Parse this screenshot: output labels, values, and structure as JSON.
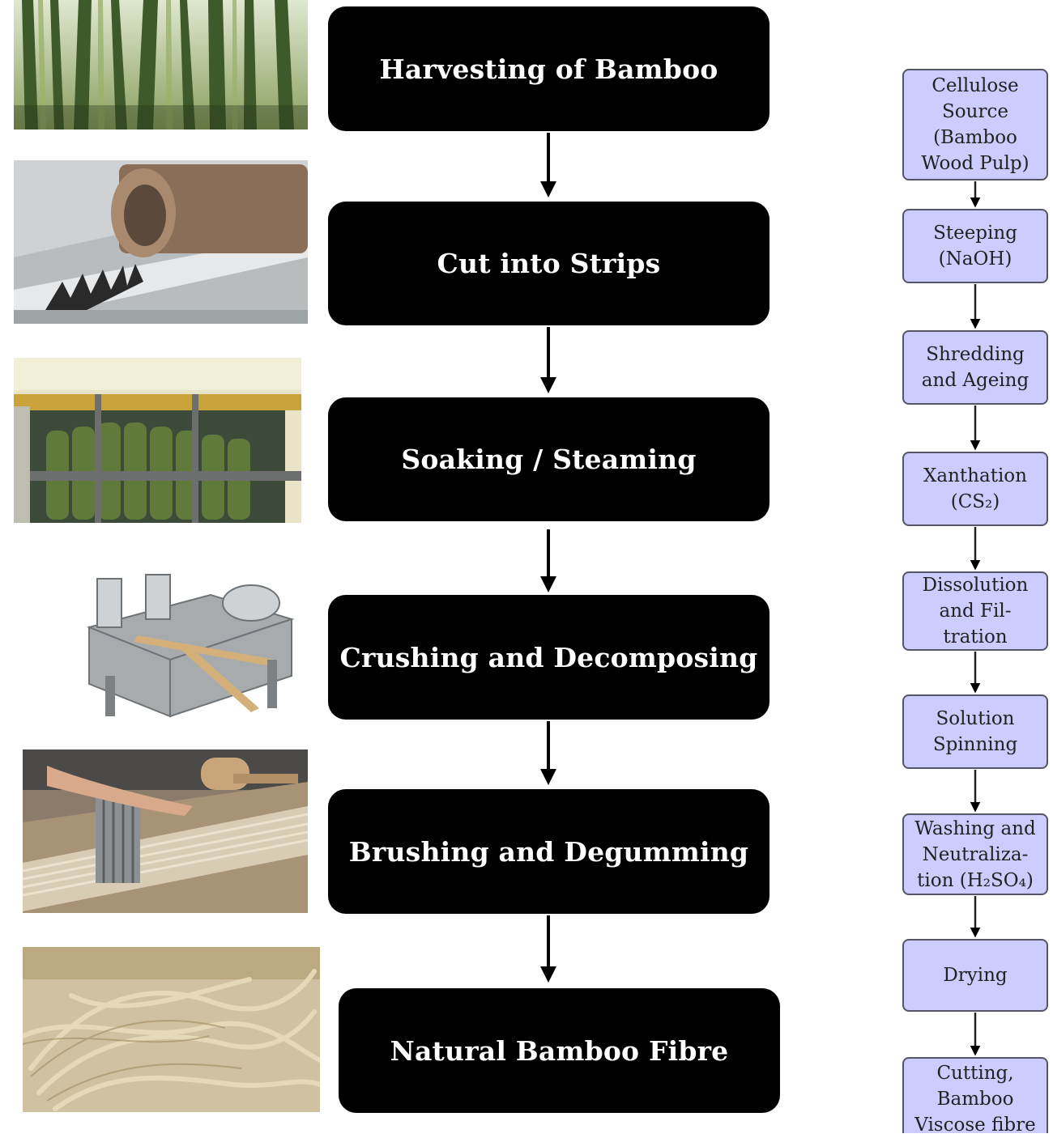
{
  "main_steps": [
    {
      "label": "Harvesting of Bamboo"
    },
    {
      "label": "Cut into Strips"
    },
    {
      "label": "Soaking / Steaming"
    },
    {
      "label": "Crushing and Decomposing"
    },
    {
      "label": "Brushing and Degumming"
    },
    {
      "label": "Natural Bamboo Fibre"
    }
  ],
  "viscose_steps": [
    {
      "lines": [
        "Cellulose",
        "Source",
        "(Bamboo",
        "Wood Pulp)"
      ]
    },
    {
      "lines": [
        "Steeping",
        "(NaOH)"
      ]
    },
    {
      "lines": [
        "Shredding",
        "and Ageing"
      ]
    },
    {
      "lines": [
        "Xanthation",
        "(CS₂)"
      ]
    },
    {
      "lines": [
        "Dissolution",
        "and Fil-",
        "tration"
      ]
    },
    {
      "lines": [
        "Solution",
        "Spinning"
      ]
    },
    {
      "lines": [
        "Washing and",
        "Neutraliza-",
        "tion (H₂SO₄)"
      ]
    },
    {
      "lines": [
        "Drying"
      ]
    },
    {
      "lines": [
        "Cutting,",
        "Bamboo",
        "Viscose fibre"
      ]
    }
  ],
  "colors": {
    "main_box": "#000000",
    "main_text": "#ffffff",
    "viscose_box": "#ccccff",
    "viscose_border": "#555566",
    "arrow": "#000000"
  },
  "photos": [
    "bamboo-forest-photo",
    "bamboo-splitting-machine-photo",
    "soaking-tank-photo",
    "crushing-machine-photo",
    "brushing-degumming-photo",
    "bamboo-fibre-photo"
  ]
}
